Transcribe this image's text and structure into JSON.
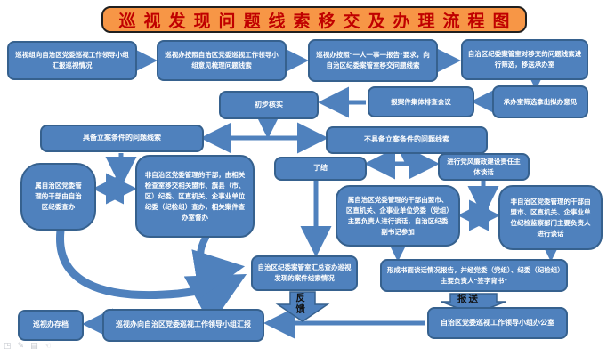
{
  "title": "巡视发现问题线索移交及办理流程图",
  "colors": {
    "title_fill": "#f79646",
    "title_text": "#c00000",
    "box_fill": "#4f81bd",
    "box_border": "#36618e",
    "arrow": "#4f81bd",
    "label_text": "#111111"
  },
  "boxes": {
    "report_inspection": "巡视组向自治区党委巡视工作领导小组汇报巡视情况",
    "sort_clues": "巡视办按照自治区党委巡视工作领导小组意见梳理问题线索",
    "transfer_clues": "巡视办按照“一人一事一报告”要求，向自治区纪委案管室移交问题线索",
    "screen_clues": "自治区纪委案管室对移交的问题线索进行筛选，移送承办室",
    "draft_opinion": "承办室筛选拿出拟办意见",
    "screening_meeting": "报案件集体排查会议",
    "preliminary_verification": "初步核实",
    "qualified_clues": "具备立案条件的问题线索",
    "unqualified_clues": "不具备立案条件的问题线索",
    "region_cadre_handle": "属自治区党委管理的干部由自治区纪委查办",
    "non_region_cadre_handle": "非自治区党委管理的干部，由相关检查室移交相关盟市、旗县（市、区）纪委、区直机关、企事业单位纪委（纪检组）查办，相关案件查办室督办",
    "close_case": "了结",
    "integrity_talk": "进行党风廉政建设责任主体谈话",
    "region_cadre_talk": "属自治区党委管理的干部由盟市、区直机关、企事业单位党委（党组）主要负责人进行谈话，自治区纪委副书记参加",
    "non_region_cadre_talk": "非自治区党委管理的干部由盟市、区直机关、企事业单位纪检监察部门主要负责人进行谈话",
    "summary_office": "自治区纪委案管室汇总查办巡视发现的案件线索情况",
    "written_report": "形成书面谈话情况报告，并经党委（党组）、纪委（纪检组）主要负责人“签字背书”",
    "leading_group_office": "自治区党委巡视工作领导小组办公室",
    "report_to_group": "巡视办向自治区党委巡视工作领导小组汇报",
    "archive": "巡视办存档"
  },
  "arrow_labels": {
    "feedback": "反馈",
    "submit": "报送"
  },
  "footer_icons": [
    "◳",
    "✎",
    "▤",
    "☜"
  ]
}
